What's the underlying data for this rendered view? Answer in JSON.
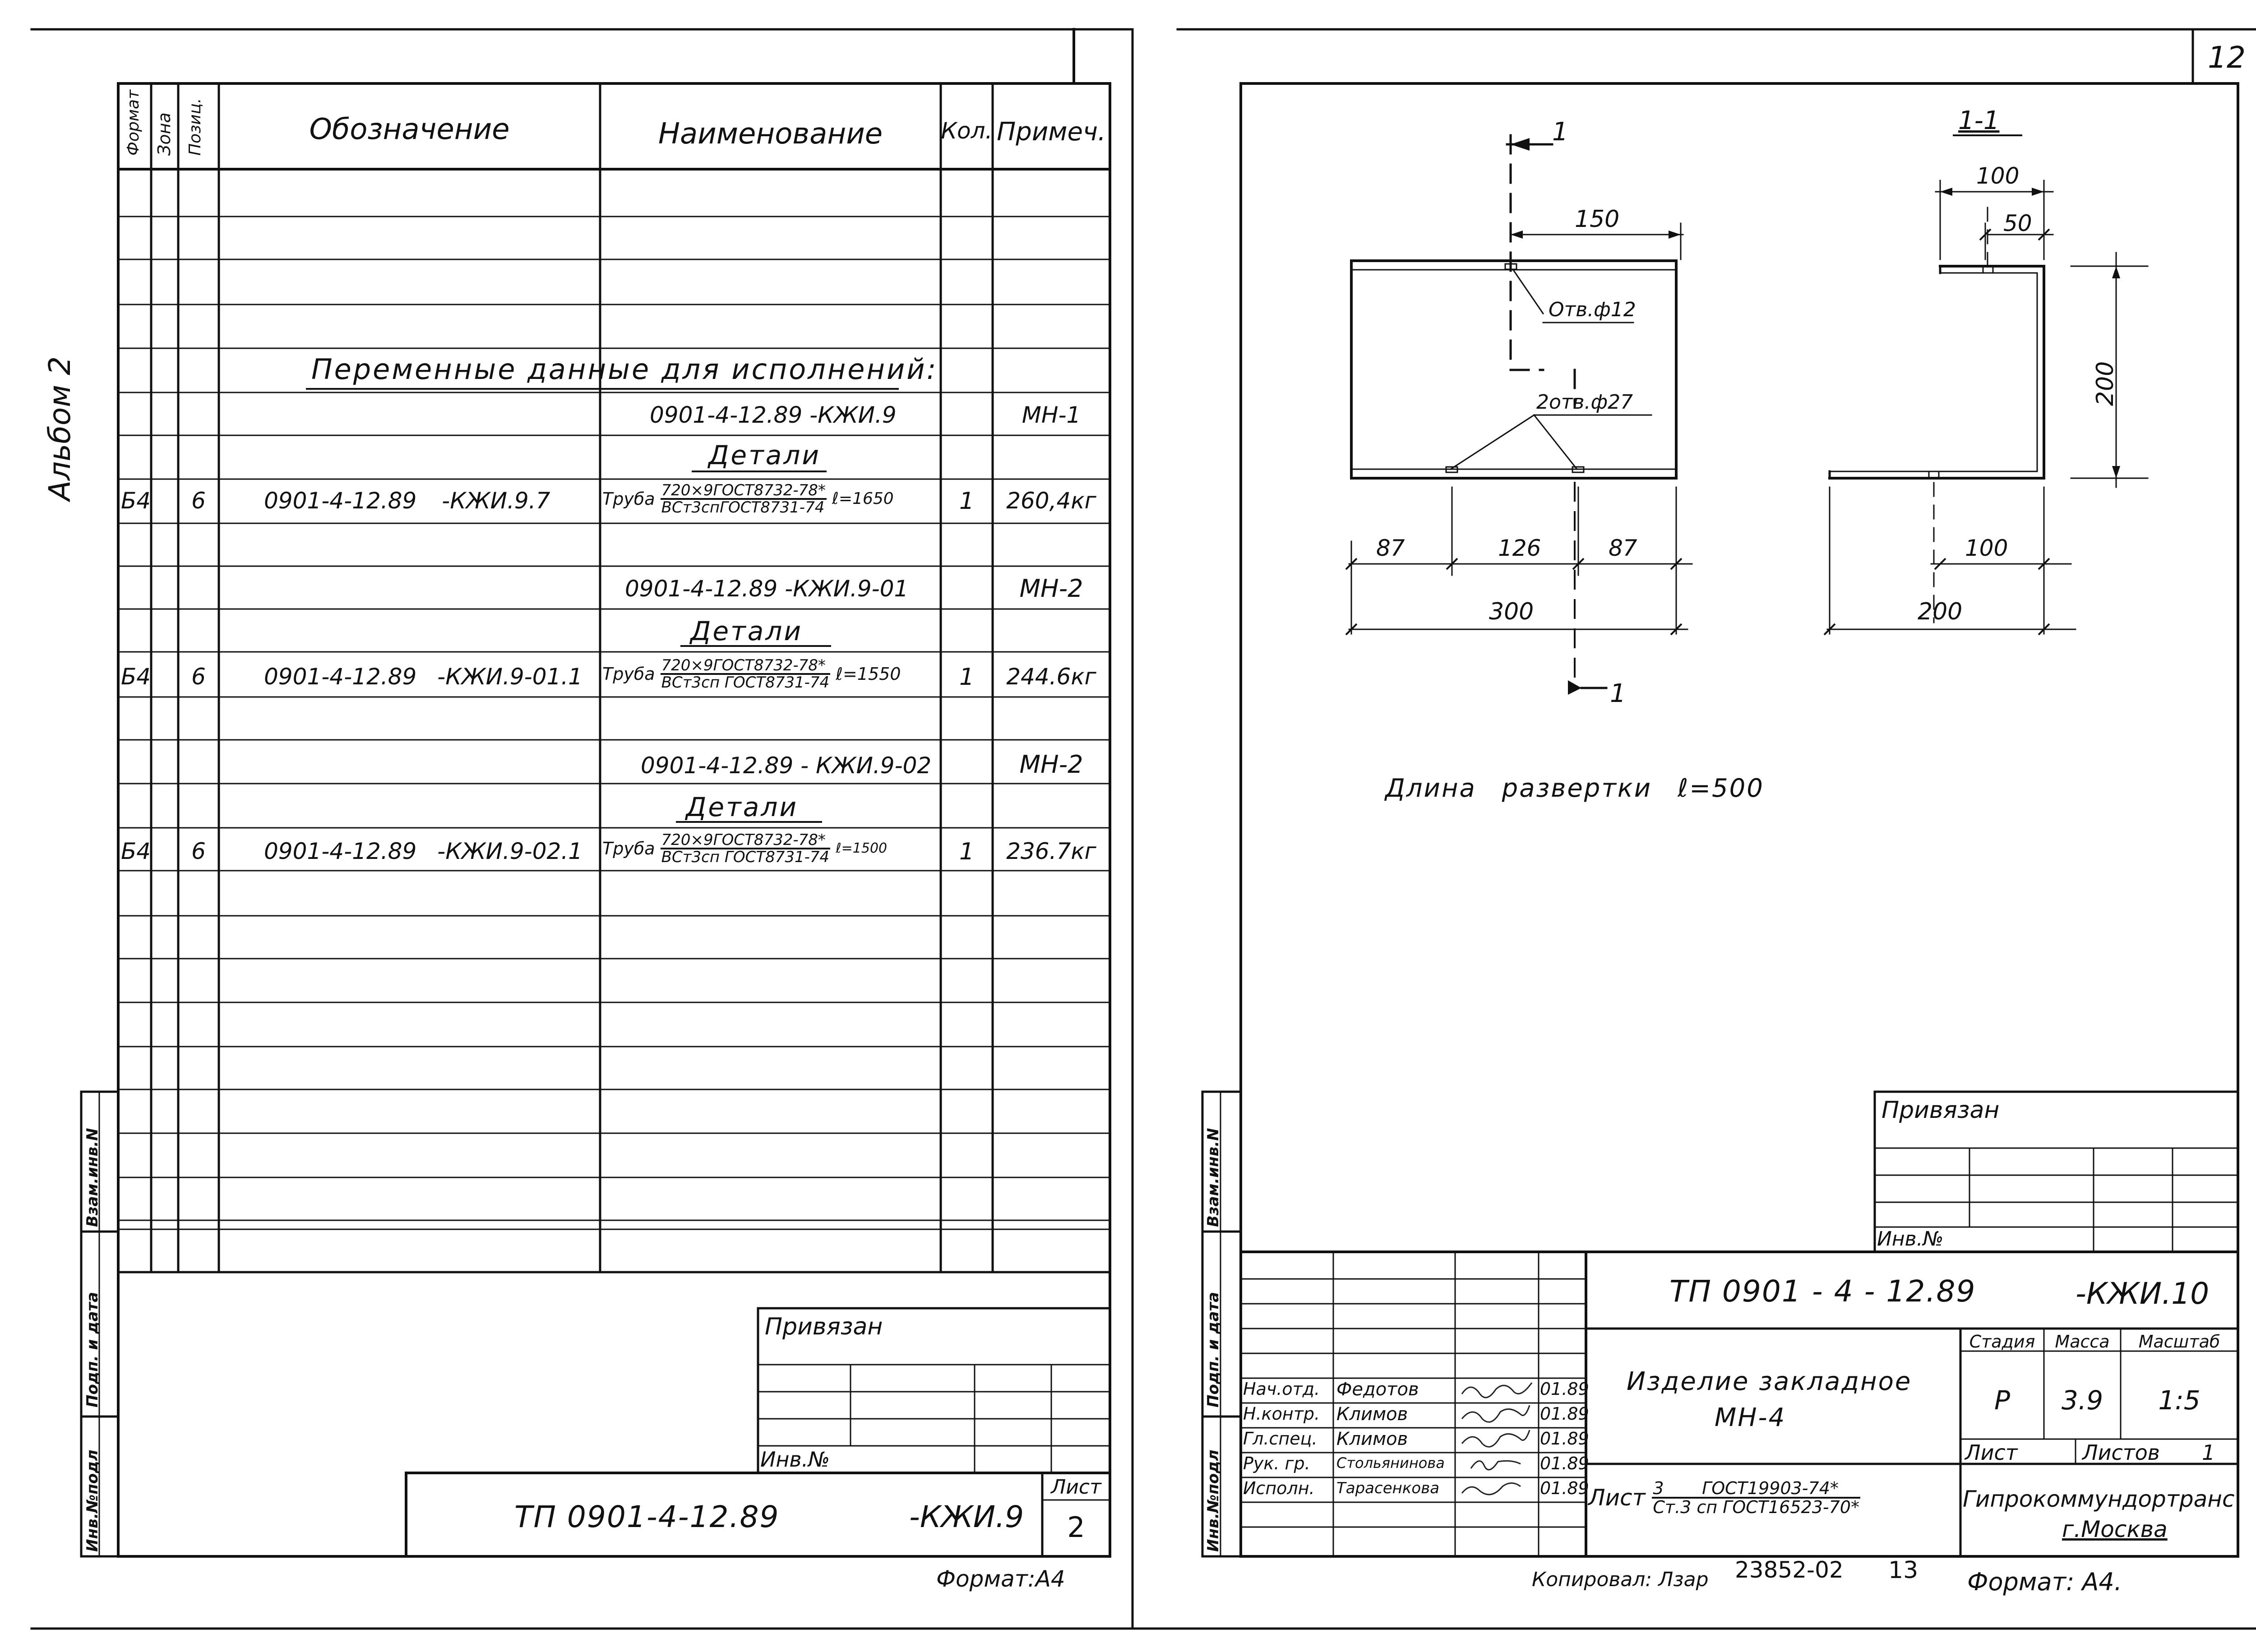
{
  "left_sheet": {
    "album_label": "Альбом 2",
    "side_stamp": [
      "Инв.№подл",
      "Подп. и дата",
      "Взам.инв.N"
    ],
    "headers": {
      "format": "Формат",
      "zone": "Зона",
      "pos": "Позиц.",
      "designation": "Обозначение",
      "name": "Наименование",
      "qty": "Кол.",
      "note": "Примеч."
    },
    "variable_data_title": "Переменные данные для исполнений:",
    "rows": {
      "v1_code": "0901-4-12.89 -КЖИ.9",
      "v1_note": "МН-1",
      "v1_details": "Детали",
      "v1_fmt": "Б4",
      "v1_pos": "6",
      "v1_desig": "0901-4-12.89 -КЖИ.9.7",
      "v1_item": "Труба",
      "v1_num": "720×9ГОСТ8732-78*",
      "v1_den": "ВСт3спГОСТ8731-74",
      "v1_len": "ℓ=1650",
      "v1_qty": "1",
      "v1_mass": "260,4кг",
      "v2_code": "0901-4-12.89 -КЖИ.9-01",
      "v2_note": "МН-2",
      "v2_details": "Детали",
      "v2_fmt": "Б4",
      "v2_pos": "6",
      "v2_desig": "0901-4-12.89 -КЖИ.9-01.1",
      "v2_item": "Труба",
      "v2_num": "720×9ГОСТ8732-78*",
      "v2_den": "ВСт3сп ГОСТ8731-74",
      "v2_len": "ℓ=1550",
      "v2_qty": "1",
      "v2_mass": "244.6кг",
      "v3_code": "0901-4-12.89 - КЖИ.9-02",
      "v3_note": "МН-2",
      "v3_details": "Детали",
      "v3_fmt": "Б4",
      "v3_pos": "6",
      "v3_desig": "0901-4-12.89 -КЖИ.9-02.1",
      "v3_item": "Труба",
      "v3_num": "720×9ГОСТ8732-78*",
      "v3_den": "ВСт3сп ГОСТ8731-74",
      "v3_len": "ℓ=1500",
      "v3_qty": "1",
      "v3_mass": "236.7кг"
    },
    "privyazan": "Привязан",
    "inv_no": "Инв.№",
    "doc_code_left": "ТП 0901-4-12.89",
    "doc_code_right": "-КЖИ.9",
    "sheet_label": "Лист",
    "sheet_number": "2",
    "format_label": "Формат:А4"
  },
  "right_sheet": {
    "page_number": "12",
    "side_stamp": [
      "Инв.№подл",
      "Подп. и дата",
      "Взам.инв.N"
    ],
    "drawing": {
      "section_mark": "1",
      "section_title": "1-1",
      "dim_150": "150",
      "dim_100_top": "100",
      "dim_50": "50",
      "dim_200_vert": "200",
      "hole_12": "Отв.ф12",
      "hole_27": "2отв.ф27",
      "dim_87_a": "87",
      "dim_126": "126",
      "dim_87_b": "87",
      "dim_300": "300",
      "dim_100_bottom": "100",
      "dim_200_bottom": "200",
      "development_length": "Длина развертки ℓ=500"
    },
    "privyazan": "Привязан",
    "inv_no": "Инв.№",
    "doc_code_left": "ТП 0901 - 4 - 12.89",
    "doc_code_right": "-КЖИ.10",
    "roles": [
      "Нач.отд.",
      "Н.контр.",
      "Гл.спец.",
      "Рук. гр.",
      "Исполн."
    ],
    "names": [
      "Федотов",
      "Климов",
      "Климов",
      "Стольянинова",
      "Тарасенкова"
    ],
    "dates": [
      "01.89",
      "01.89",
      "01.89",
      "01.89",
      "01.89"
    ],
    "item_title_1": "Изделие закладное",
    "item_title_2": "МН-4",
    "stage_label": "Стадия",
    "mass_label": "Масса",
    "scale_label": "Масштаб",
    "stage_value": "Р",
    "mass_value": "3.9",
    "scale_value": "1:5",
    "sheet_label": "Лист",
    "sheets_label": "Листов",
    "sheets_value": "1",
    "material_prefix": "Лист",
    "material_num_a": "3",
    "material_num_b": "ГОСТ19903-74*",
    "material_den": "Ст.3 сп ГОСТ16523-70*",
    "organization": "Гипрокоммундортранс",
    "city": "г.Москва",
    "copied_by": "Копировал: Лзар",
    "archive_no": "23852-02",
    "archive_sheet": "13",
    "format_label": "Формат: А4."
  }
}
